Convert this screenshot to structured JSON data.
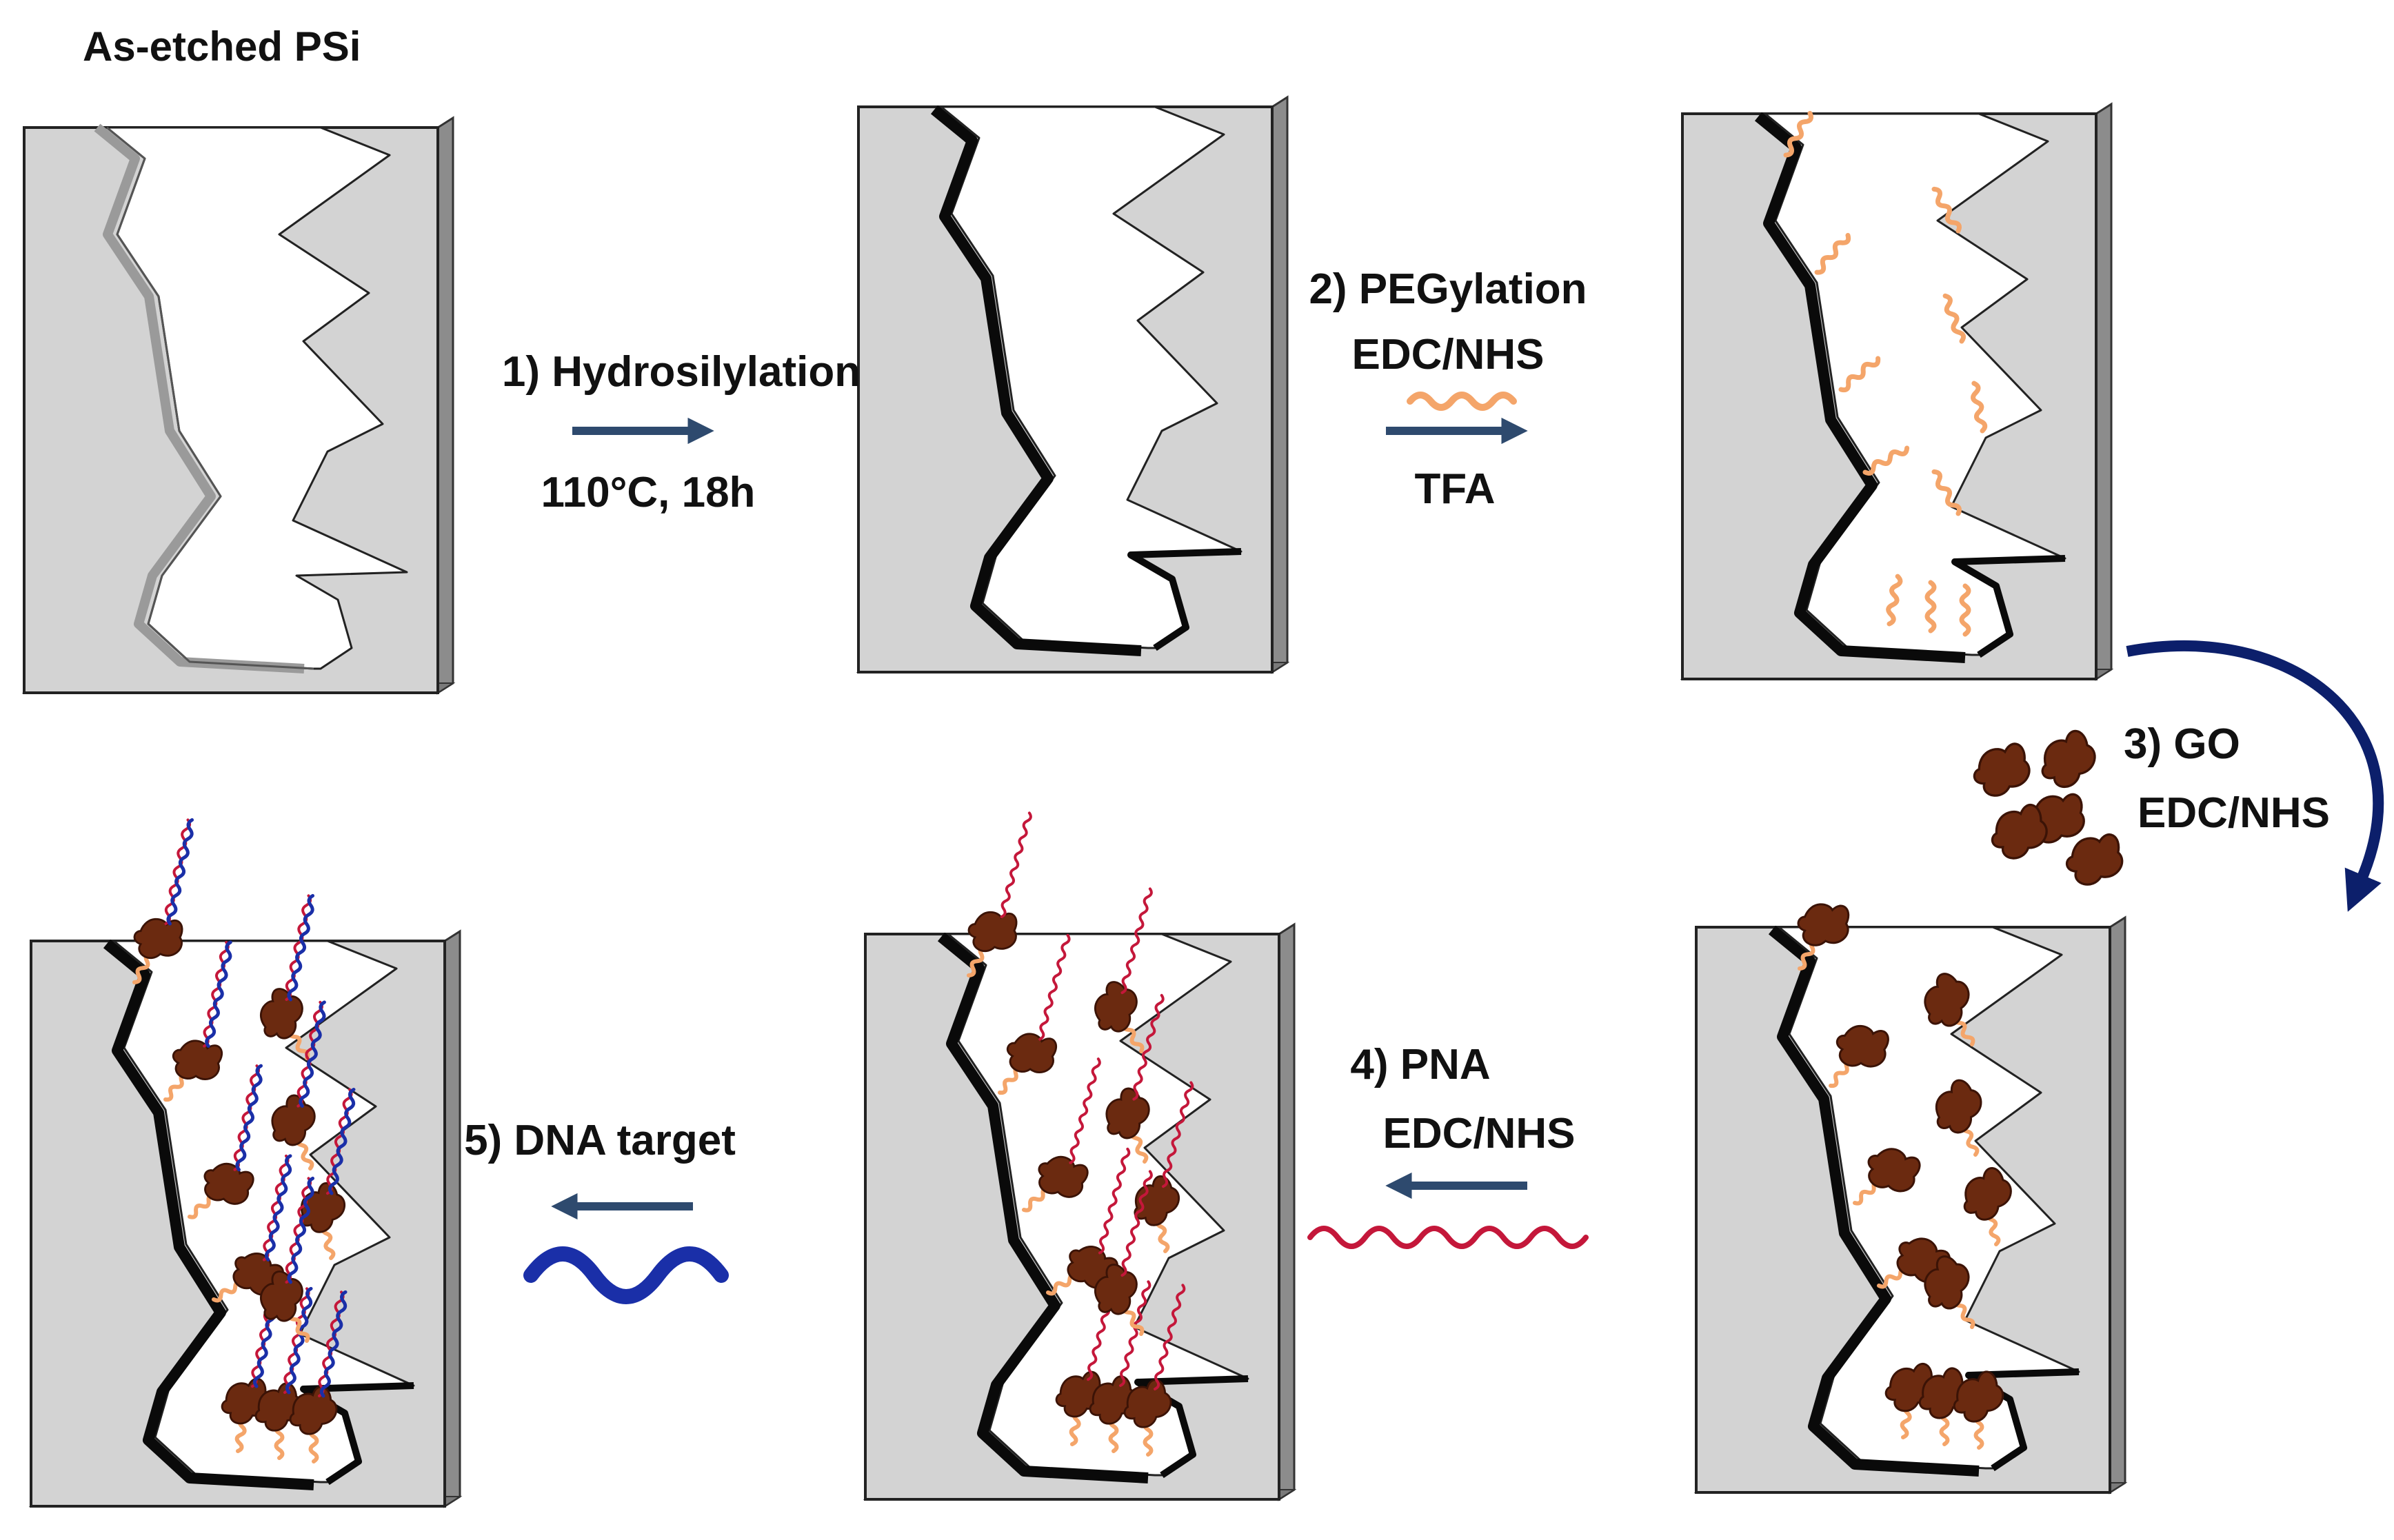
{
  "title": "As-etched PSi",
  "steps": [
    {
      "label": "1) Hydrosilylation",
      "sublabel": "110°C, 18h"
    },
    {
      "label": "2) PEGylation",
      "line2": "EDC/NHS",
      "sublabel": "TFA"
    },
    {
      "label": "3) GO",
      "line2": "EDC/NHS"
    },
    {
      "label": "4) PNA",
      "line2": "EDC/NHS"
    },
    {
      "label": "5) DNA target"
    }
  ],
  "colors": {
    "substrate": "#d3d3d3",
    "substrate_side": "#8c8c8c",
    "wall_raw": "#9a9a9a",
    "coating": "#0a0a0a",
    "arrow": "#2e4a6e",
    "curved_arrow": "#0c1f6b",
    "peg": "#f4a56a",
    "go": "#6b2a10",
    "pna": "#c4173a",
    "dna": "#1a2fa8"
  }
}
